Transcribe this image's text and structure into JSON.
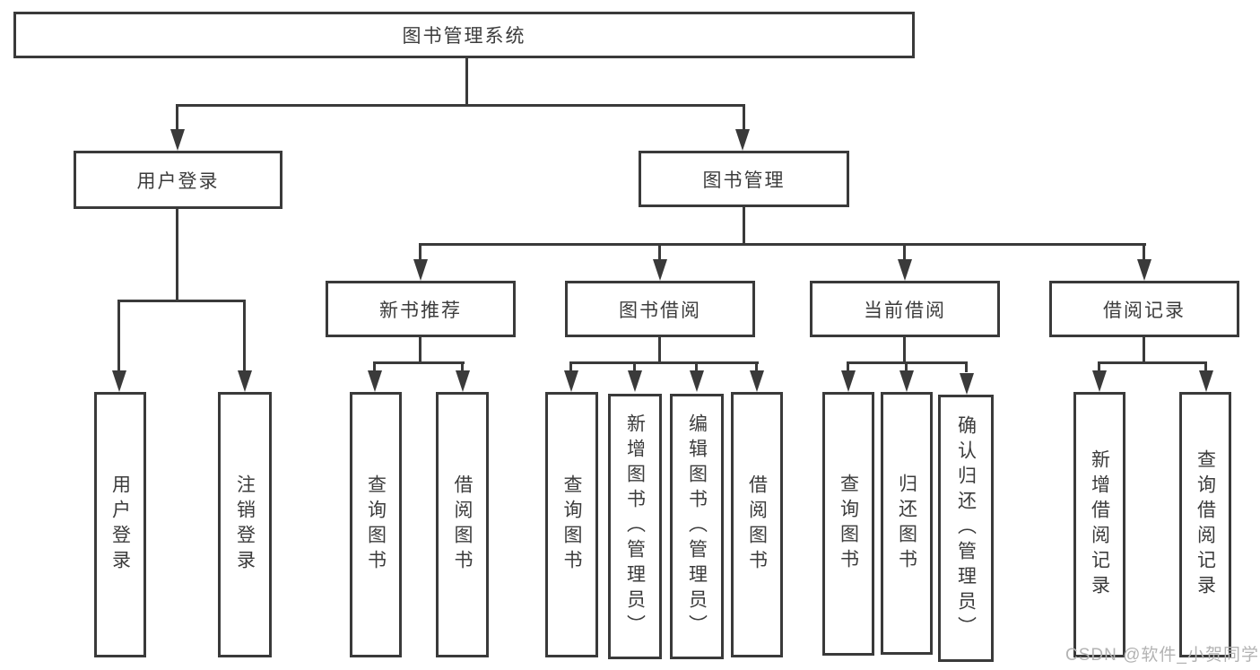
{
  "tree": {
    "root": "图书管理系统",
    "user_login": {
      "label": "用户登录",
      "children": {
        "login": "用户登录",
        "logout": "注销登录"
      }
    },
    "book_mgmt": {
      "label": "图书管理",
      "sections": {
        "new_book_rec": {
          "label": "新书推荐",
          "children": {
            "query_book": "查询图书",
            "borrow_book": "借阅图书"
          }
        },
        "book_borrow": {
          "label": "图书借阅",
          "children": {
            "query_book": "查询图书",
            "add_book": "新增图书（管理员）",
            "edit_book": "编辑图书（管理员）",
            "borrow_book": "借阅图书"
          }
        },
        "current_borrow": {
          "label": "当前借阅",
          "children": {
            "query_book": "查询图书",
            "return_book": "归还图书",
            "confirm_return": "确认归还（管理员）"
          }
        },
        "borrow_records": {
          "label": "借阅记录",
          "children": {
            "add_record": "新增借阅记录",
            "query_record": "查询借阅记录"
          }
        }
      }
    }
  },
  "watermark": "CSDN @软件_小贺同学",
  "colors": {
    "background": "#ffffff",
    "line": "#3a3a3a",
    "text": "#3c3c3c",
    "watermark": "#b3b3b3"
  }
}
